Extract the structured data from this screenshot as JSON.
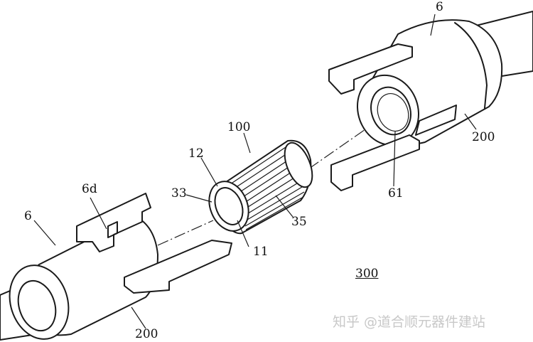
{
  "labels": {
    "l6_top": "6",
    "l200_right": "200",
    "l100": "100",
    "l12": "12",
    "l33": "33",
    "l35": "35",
    "l11": "11",
    "l61": "61",
    "l6d": "6d",
    "l6_left": "6",
    "l200_bottom": "200",
    "l300": "300"
  },
  "watermark": "知乎 @道合顺元器件建站"
}
